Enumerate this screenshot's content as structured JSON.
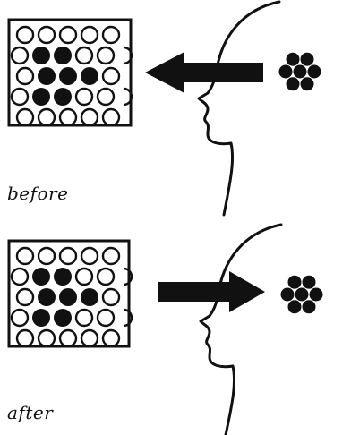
{
  "illustration": {
    "ink_color": "#111111",
    "paper_color": "#ffffff",
    "panels": [
      {
        "id": "before",
        "caption": "before",
        "arrow_direction": "left",
        "grid_pattern": "dark-circle-cluster",
        "mind_pattern": "dark-dot-cluster"
      },
      {
        "id": "after",
        "caption": "after",
        "arrow_direction": "right",
        "grid_pattern": "dark-circle-cluster",
        "mind_pattern": "dark-dot-cluster"
      }
    ]
  }
}
